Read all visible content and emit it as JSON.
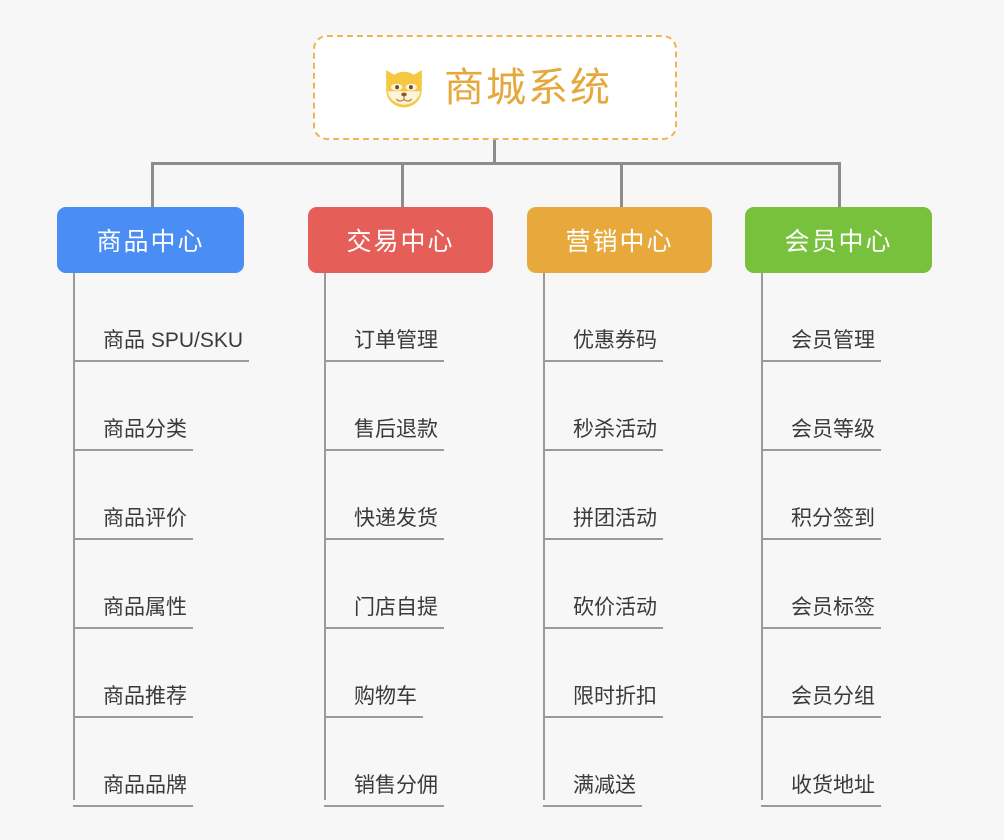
{
  "page": {
    "background_color": "#f7f7f7",
    "title": "商城系统"
  },
  "root": {
    "label": "商城系统",
    "icon": "dog-face-emoji",
    "text_color": "#e5a83d",
    "border_color": "#efb552",
    "border_style": "dashed",
    "fill": "#ffffff"
  },
  "connector": {
    "color": "#8c8c8c"
  },
  "branches": [
    {
      "id": "product-center",
      "label": "商品中心",
      "color": "#4a8ef5",
      "items": [
        "商品 SPU/SKU",
        "商品分类",
        "商品评价",
        "商品属性",
        "商品推荐",
        "商品品牌"
      ]
    },
    {
      "id": "trade-center",
      "label": "交易中心",
      "color": "#e55e58",
      "items": [
        "订单管理",
        "售后退款",
        "快递发货",
        "门店自提",
        "购物车",
        "销售分佣"
      ]
    },
    {
      "id": "marketing-center",
      "label": "营销中心",
      "color": "#e8a93c",
      "items": [
        "优惠券码",
        "秒杀活动",
        "拼团活动",
        "砍价活动",
        "限时折扣",
        "满减送"
      ]
    },
    {
      "id": "member-center",
      "label": "会员中心",
      "color": "#77c13d",
      "items": [
        "会员管理",
        "会员等级",
        "积分签到",
        "会员标签",
        "会员分组",
        "收货地址"
      ]
    }
  ]
}
